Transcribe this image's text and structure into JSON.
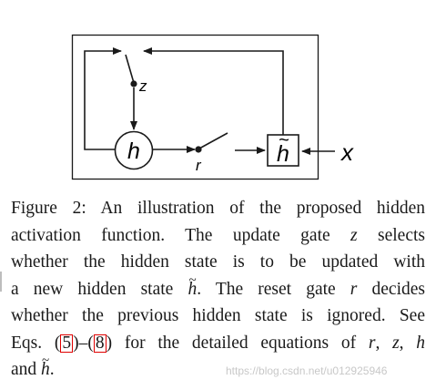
{
  "figure": {
    "labels": {
      "h": "h",
      "z": "z",
      "r": "r",
      "h_tilde": "h",
      "tilde_glyph": "~",
      "x": "x"
    }
  },
  "caption": {
    "line1": {
      "a": "Figure 2:  An illustration of the proposed hidden"
    },
    "line2": {
      "a": "activation function.  The update gate ",
      "var": "z",
      "b": " selects"
    },
    "line3": {
      "a": "whether the hidden state is to be updated with"
    },
    "line4": {
      "a": "a new hidden state ",
      "var": "h",
      "b": ".  The reset gate ",
      "var2": "r",
      "c": " decides"
    },
    "line5": {
      "a": "whether the previous hidden state is ignored.  See"
    },
    "line6": {
      "a": "Eqs. (",
      "ref1": "5",
      "b": ")–(",
      "ref2": "8",
      "c": ") for the detailed equations of ",
      "v1": "r",
      "s1": ", ",
      "v2": "z",
      "s2": ", ",
      "v3": "h"
    },
    "line7": {
      "a": "and ",
      "var": "h",
      "b": "."
    },
    "tilde_glyph": "~"
  },
  "watermark": "https://blog.csdn.net/u012925946",
  "colors": {
    "ink": "#1a1a1a",
    "reference_box": "#e00000",
    "watermark": "#c8c8c8"
  }
}
